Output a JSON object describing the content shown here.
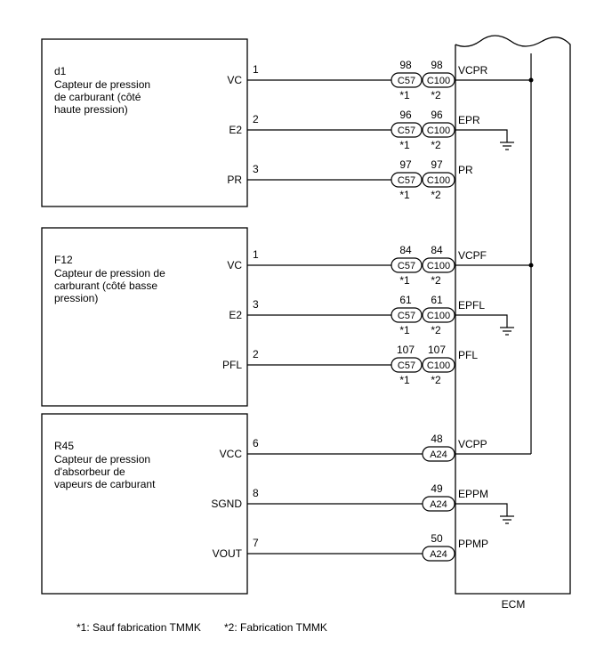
{
  "sensors": [
    {
      "id": "d1",
      "name_lines": [
        "Capteur de pression",
        "de carburant (côté",
        "haute pression)"
      ],
      "pins": [
        {
          "label": "VC",
          "pin": "1",
          "c57": "98",
          "c100": "98",
          "ecm": "VCPR",
          "ground": false,
          "vcc_bus": true
        },
        {
          "label": "E2",
          "pin": "2",
          "c57": "96",
          "c100": "96",
          "ecm": "EPR",
          "ground": true,
          "vcc_bus": false
        },
        {
          "label": "PR",
          "pin": "3",
          "c57": "97",
          "c100": "97",
          "ecm": "PR",
          "ground": false,
          "vcc_bus": false
        }
      ]
    },
    {
      "id": "F12",
      "name_lines": [
        "Capteur de pression de",
        "carburant (côté basse",
        "pression)"
      ],
      "pins": [
        {
          "label": "VC",
          "pin": "1",
          "c57": "84",
          "c100": "84",
          "ecm": "VCPF",
          "ground": false,
          "vcc_bus": true
        },
        {
          "label": "E2",
          "pin": "3",
          "c57": "61",
          "c100": "61",
          "ecm": "EPFL",
          "ground": true,
          "vcc_bus": false
        },
        {
          "label": "PFL",
          "pin": "2",
          "c57": "107",
          "c100": "107",
          "ecm": "PFL",
          "ground": false,
          "vcc_bus": false
        }
      ]
    },
    {
      "id": "R45",
      "name_lines": [
        "Capteur de pression",
        "d'absorbeur de",
        "vapeurs de carburant"
      ],
      "pins": [
        {
          "label": "VCC",
          "pin": "6",
          "a24": "48",
          "ecm": "VCPP",
          "ground": false,
          "vcc_bus": true
        },
        {
          "label": "SGND",
          "pin": "8",
          "a24": "49",
          "ecm": "EPPM",
          "ground": true,
          "vcc_bus": false
        },
        {
          "label": "VOUT",
          "pin": "7",
          "a24": "50",
          "ecm": "PPMP",
          "ground": false,
          "vcc_bus": false
        }
      ]
    }
  ],
  "connectors": {
    "c57": "C57",
    "c100": "C100",
    "a24": "A24"
  },
  "notes": {
    "n1": "*1",
    "n2": "*2"
  },
  "ecm_label": "ECM",
  "footnotes": {
    "note1": "*1: Sauf fabrication TMMK",
    "note2": "*2: Fabrication TMMK"
  }
}
